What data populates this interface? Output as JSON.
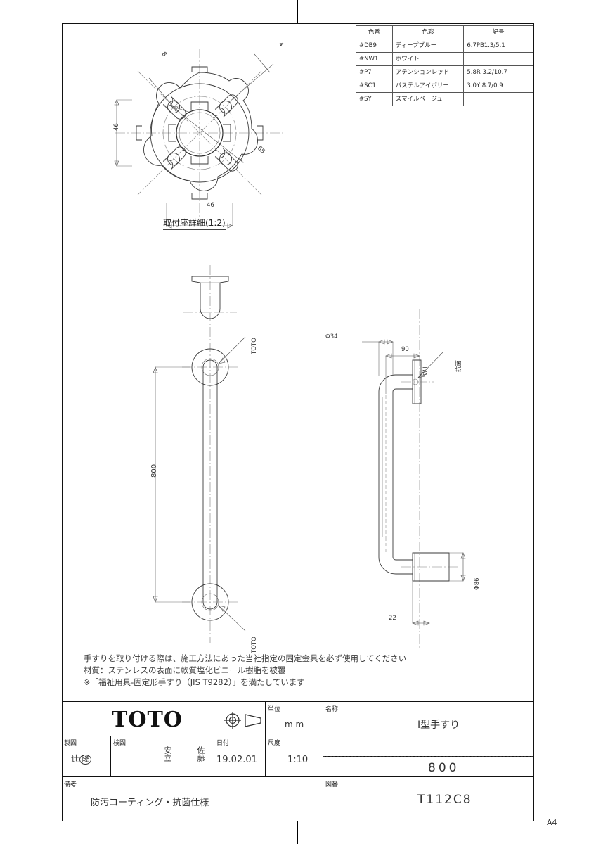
{
  "sheet": {
    "size_marker": "A4"
  },
  "color_table": {
    "headers": [
      "色番",
      "色彩",
      "記号"
    ],
    "rows": [
      {
        "code": "#DB9",
        "name": "ディープブルー",
        "symbol": "6.7PB1.3/5.1"
      },
      {
        "code": "#NW1",
        "name": "ホワイト",
        "symbol": ""
      },
      {
        "code": "#P7",
        "name": "アテンションレッド",
        "symbol": "5.8R 3.2/10.7"
      },
      {
        "code": "#SC1",
        "name": "パステルアイボリー",
        "symbol": "3.0Y 8.7/0.9"
      },
      {
        "code": "#SY",
        "name": "スマイルベージュ",
        "symbol": ""
      }
    ]
  },
  "detail_view": {
    "caption": "取付座詳細(1:2)",
    "dim_vertical": "46",
    "dim_horizontal": "46",
    "dim_bolt_circle": "65",
    "label_hole": "8",
    "label_count": "4"
  },
  "front_view": {
    "dim_length": "800",
    "label_logo_top": "TOTO",
    "label_logo_bottom": "TOTO"
  },
  "side_view": {
    "label_wall_line": "W.L.",
    "label_antibacterial": "抗菌",
    "dim_grip_dia": "Φ34",
    "dim_projection": "90",
    "dim_flange_dia": "Φ86",
    "dim_flange_depth": "22"
  },
  "notes": [
    "手すりを取り付ける際は、施工方法にあった当社指定の固定金具を必ず使用してください",
    "材質：ステンレスの表面に軟質塩化ビニール樹脂を被覆",
    "※「福祉用具-固定形手すり（JIS T9282）」を満たしています"
  ],
  "title_block": {
    "company": "TOTO",
    "unit_label": "単位",
    "unit_value": "m m",
    "drafter_label": "製図",
    "drafter_name": "辻",
    "drafter_stamp": "隆",
    "checker_label": "検図",
    "checker1": "安立",
    "checker2": "佐藤",
    "date_label": "日付",
    "date_value": "19.02.01",
    "scale_label": "尺度",
    "scale_value": "1:10",
    "name_label": "名称",
    "name_value": "Ⅰ型手すり",
    "size_value": "800",
    "drawing_no_label": "図番",
    "drawing_no_value": "T112C8",
    "remarks_label": "備考",
    "remarks_value": "防汚コーティング・抗菌仕様"
  }
}
